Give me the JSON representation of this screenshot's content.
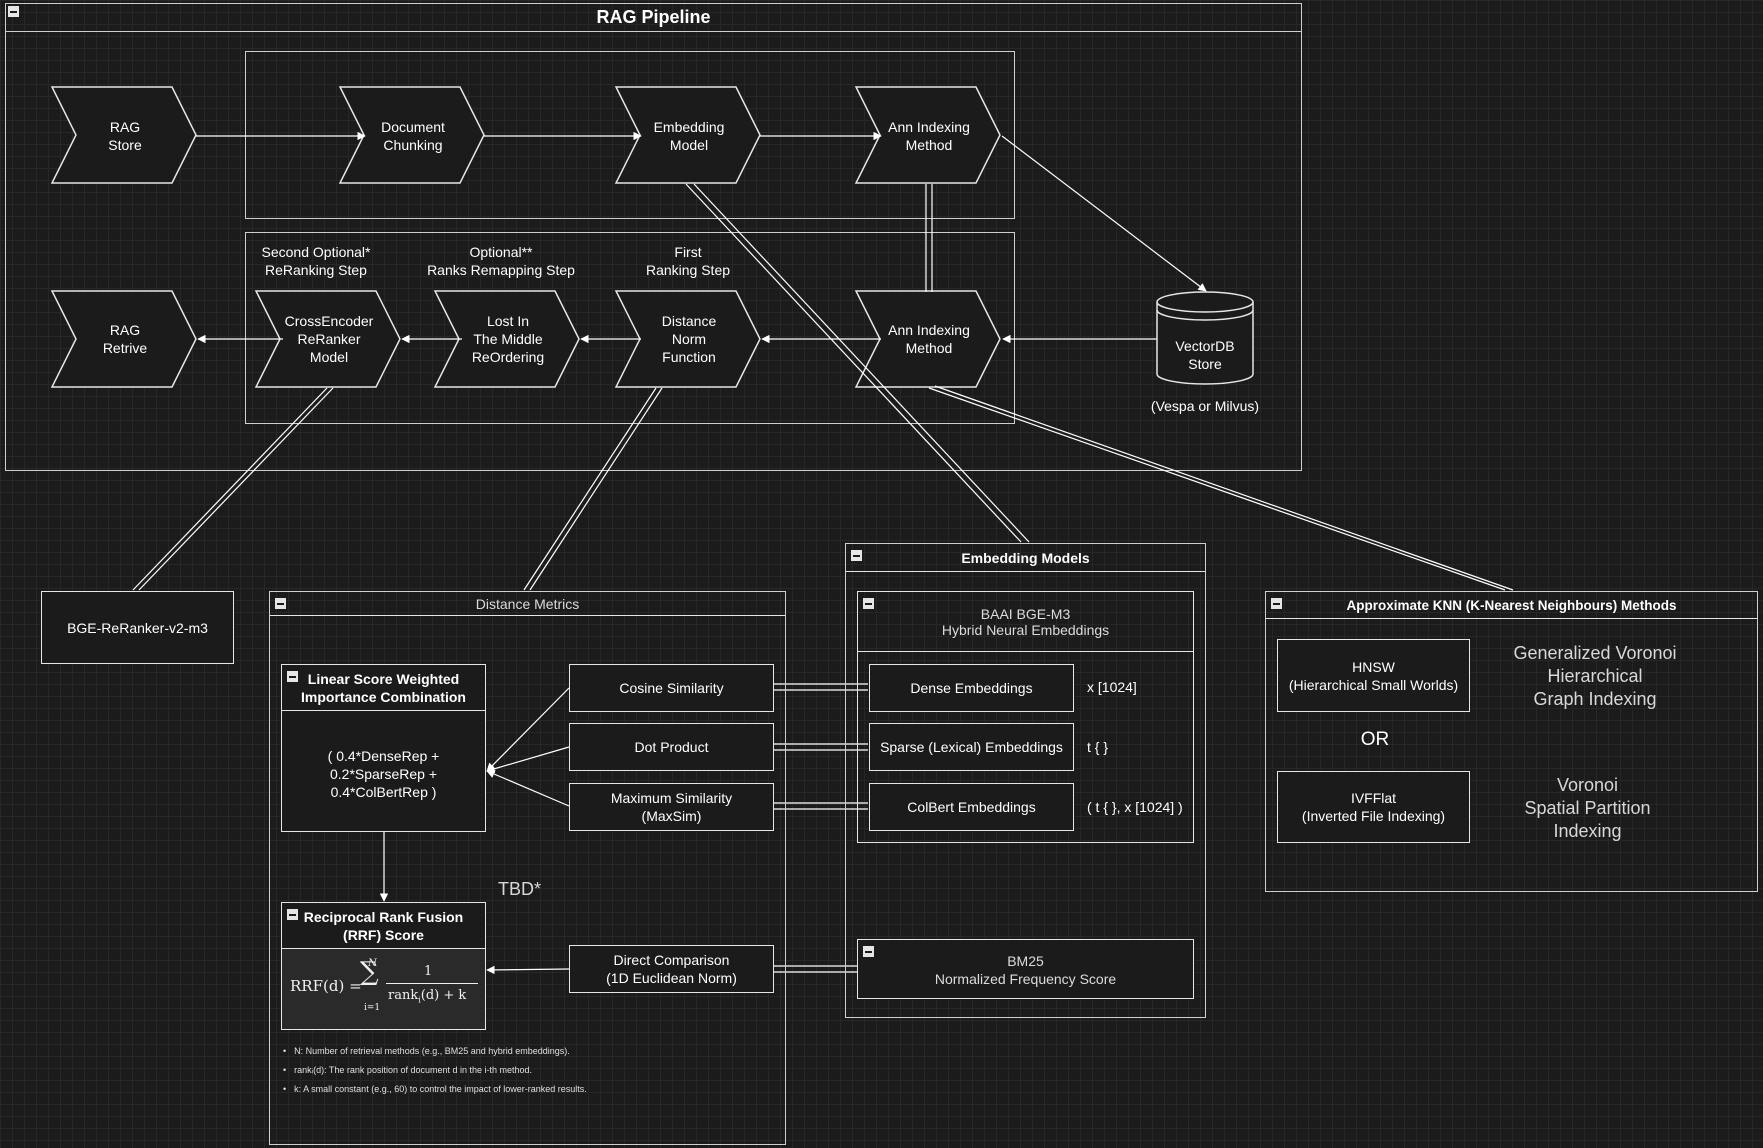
{
  "pipeline": {
    "title": "RAG Pipeline",
    "nodes": {
      "rag_store": "RAG\nStore",
      "doc_chunking": "Document\nChunking",
      "embedding_model": "Embedding\nModel",
      "ann_top": "Ann Indexing\nMethod",
      "rag_retrive": "RAG\nRetrive",
      "crossencoder": "CrossEncoder\nReRanker\nModel",
      "lost_middle": "Lost In\nThe Middle\nReOrdering",
      "distance_norm": "Distance\nNorm\nFunction",
      "ann_bottom": "Ann Indexing\nMethod"
    },
    "step_labels": {
      "second": "Second Optional*\nReRanking Step",
      "optional": "Optional**\nRanks Remapping Step",
      "first": "First\nRanking Step"
    },
    "vectordb": {
      "label": "VectorDB\nStore",
      "caption": "(Vespa or Milvus)"
    }
  },
  "reranker": {
    "label": "BGE-ReRanker-v2-m3"
  },
  "distance_metrics": {
    "title": "Distance Metrics",
    "linear": {
      "title": "Linear Score Weighted\nImportance Combination",
      "body": "( 0.4*DenseRep +\n0.2*SparseRep +\n0.4*ColBertRep )"
    },
    "rrf": {
      "title": "Reciprocal Rank Fusion\n(RRF) Score",
      "formula_lhs": "RRF(d) =",
      "formula_num": "1",
      "formula_den": "rank",
      "formula_den_sub": "i",
      "formula_den_rest": "(d) + k",
      "sum_top": "N",
      "sum_bottom": "i=1",
      "sum_symbol": "∑"
    },
    "metrics": {
      "cosine": "Cosine Similarity",
      "dot": "Dot Product",
      "maxsim": "Maximum Similarity\n(MaxSim)",
      "direct": "Direct Comparison\n(1D Euclidean Norm)"
    },
    "tbd": "TBD*",
    "notes": [
      "N: Number of retrieval methods (e.g., BM25 and hybrid embeddings).",
      "rankᵢ(d): The rank position of document d in the i-th method.",
      "k: A small constant (e.g., 60) to control the impact of lower-ranked results."
    ]
  },
  "embedding_models": {
    "title": "Embedding Models",
    "baai": {
      "title": "BAAI BGE-M3\nHybrid Neural Embeddings"
    },
    "dense": {
      "label": "Dense Embeddings",
      "dim": "x [1024]"
    },
    "sparse": {
      "label": "Sparse (Lexical) Embeddings",
      "dim": "t { }"
    },
    "colbert": {
      "label": "ColBert Embeddings",
      "dim": "( t { }, x [1024] )"
    },
    "bm25": {
      "title": "BM25\nNormalized Frequency Score"
    }
  },
  "knn": {
    "title": "Approximate KNN (K-Nearest Neighbours) Methods",
    "hnsw": "HNSW\n(Hierarchical Small Worlds)",
    "hnsw_desc": "Generalized Voronoi\nHierarchical\nGraph Indexing",
    "or": "OR",
    "ivfflat": "IVFFlat\n(Inverted File Indexing)",
    "ivf_desc": "Voronoi\nSpatial Partition\nIndexing"
  }
}
